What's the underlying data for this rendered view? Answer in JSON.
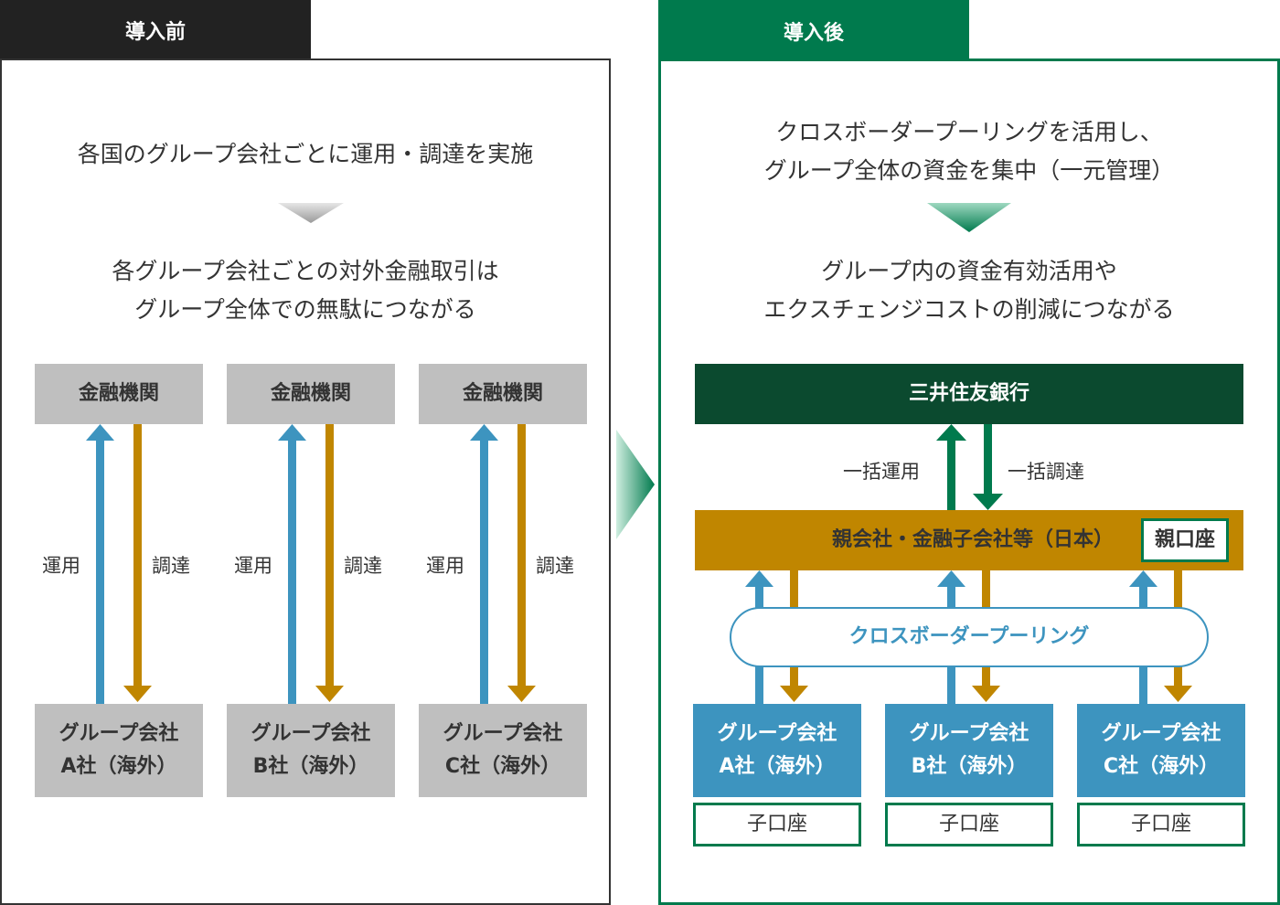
{
  "colors": {
    "dark": "#222222",
    "green": "#007a4d",
    "dark_green": "#0b4a2f",
    "gold": "#c08600",
    "blue": "#3d94bf",
    "gray_box": "#bfbfbf"
  },
  "before": {
    "tab_label": "導入前",
    "description": "各国のグループ会社ごとに運用・調達を実施",
    "result_line1": "各グループ会社ごとの対外金融取引は",
    "result_line2": "グループ全体での無駄につながる",
    "columns": [
      {
        "bank": "金融機関",
        "up_label": "運用",
        "down_label": "調達",
        "company_line1": "グループ会社",
        "company_line2": "A社（海外）"
      },
      {
        "bank": "金融機関",
        "up_label": "運用",
        "down_label": "調達",
        "company_line1": "グループ会社",
        "company_line2": "B社（海外）"
      },
      {
        "bank": "金融機関",
        "up_label": "運用",
        "down_label": "調達",
        "company_line1": "グループ会社",
        "company_line2": "C社（海外）"
      }
    ]
  },
  "after": {
    "tab_label": "導入後",
    "description_line1": "クロスボーダープーリングを活用し、",
    "description_line2": "グループ全体の資金を集中（一元管理）",
    "result_line1": "グループ内の資金有効活用や",
    "result_line2": "エクスチェンジコストの削減につながる",
    "bank": "三井住友銀行",
    "up_label": "一括運用",
    "down_label": "一括調達",
    "parent": "親会社・金融子会社等（日本）",
    "parent_account": "親口座",
    "pooling": "クロスボーダープーリング",
    "companies": [
      {
        "line1": "グループ会社",
        "line2": "A社（海外）",
        "account": "子口座"
      },
      {
        "line1": "グループ会社",
        "line2": "B社（海外）",
        "account": "子口座"
      },
      {
        "line1": "グループ会社",
        "line2": "C社（海外）",
        "account": "子口座"
      }
    ]
  }
}
